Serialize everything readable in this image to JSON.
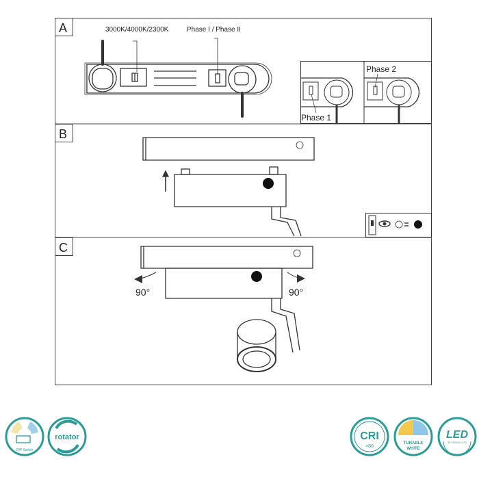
{
  "panels": [
    {
      "letter": "A",
      "labels": {
        "color_switch": "3000K/4000K/2300K",
        "phase_switch": "Phase I / Phase II",
        "phase1": "Phase 1",
        "phase2": "Phase 2"
      }
    },
    {
      "letter": "B"
    },
    {
      "letter": "C",
      "labels": {
        "rotate_left": "90°",
        "rotate_right": "90°"
      }
    }
  ],
  "badges": {
    "dip": "DIP Switch",
    "rotator": "rotator",
    "cri": "CRI",
    "cri_value": ">80",
    "tunable1": "TUNABLE",
    "tunable2": "WHITE",
    "led": "LED",
    "led_sub": "TECHNOLOGY"
  },
  "colors": {
    "badge": "#2a9d96",
    "line": "#333333"
  }
}
